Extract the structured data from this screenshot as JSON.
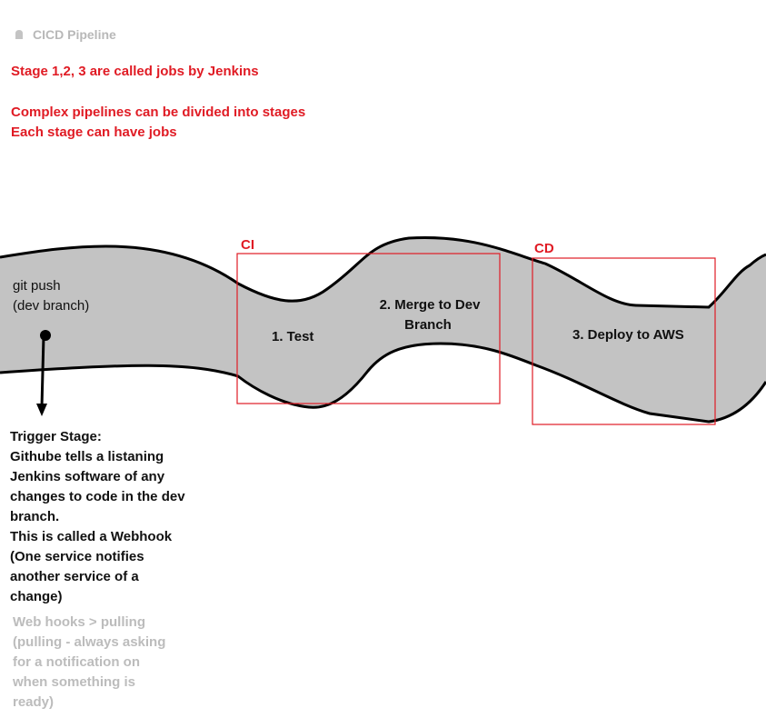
{
  "page": {
    "title": "CICD Pipeline",
    "icon": "page-icon"
  },
  "notes": [
    "Stage 1,2, 3 are called jobs by Jenkins",
    "Complex pipelines can be divided into stages",
    "Each stage can have jobs"
  ],
  "diagram": {
    "source_label_lines": [
      "git push",
      "(dev branch)"
    ],
    "ci_label": "CI",
    "cd_label": "CD",
    "stage_test": "1. Test",
    "stage_merge_lines": [
      "2. Merge to Dev",
      "Branch"
    ],
    "stage_deploy": "3. Deploy to AWS",
    "colors": {
      "pipe_fill": "#c3c3c3",
      "pipe_stroke": "#000000",
      "box_stroke": "#e01b24",
      "note_text": "#e01b24",
      "muted_text": "#bcbcbc"
    }
  },
  "trigger_lines": [
    "Trigger Stage:",
    "Githube tells a listaning",
    "Jenkins software of any",
    "changes to code in the dev",
    "branch.",
    "This is called a Webhook",
    "(One service notifies",
    "another service of a",
    "change)"
  ],
  "webhook_lines": [
    "Web hooks > pulling",
    "(pulling - always asking",
    "for a notification on",
    "when something is",
    "ready)"
  ]
}
